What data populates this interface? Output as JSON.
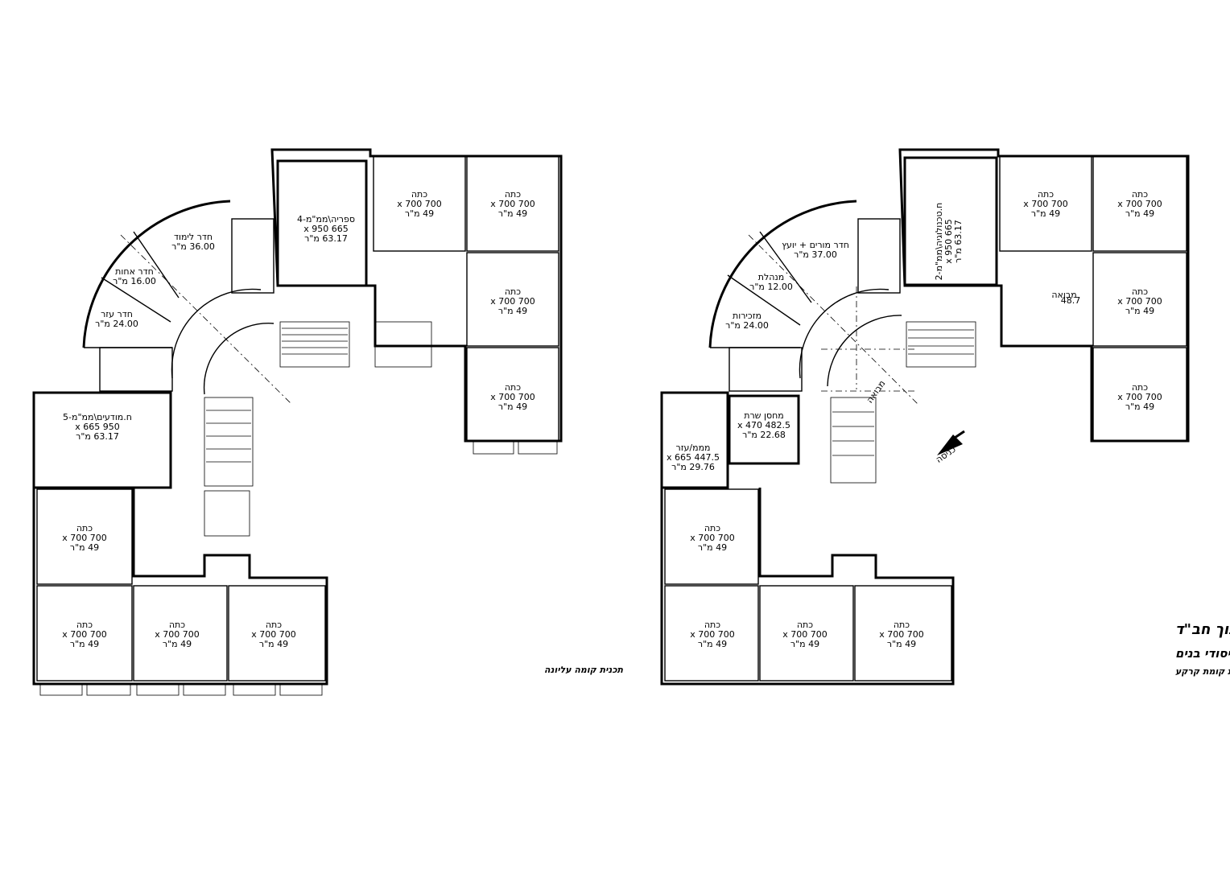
{
  "drawing": {
    "title": "קרית חינוך חב\"ד",
    "subtitle": "בית ספר יסודי בנים",
    "ground_plan_label": "תכנית קומת קרקע",
    "upper_plan_label": "תכנית קומה עליונה",
    "entrance_label": "כניסה",
    "lobby_label": "מבואה"
  },
  "upper_floor": {
    "rooms": [
      {
        "id": "u-library",
        "l1": "ספריה\\ממ\"מ-4",
        "l2": "665 x 950",
        "l3": "63.17  מ\"ר"
      },
      {
        "id": "u-c1",
        "l1": "כתה",
        "l2": "700 x 700",
        "l3": "49  מ\"ר"
      },
      {
        "id": "u-c2",
        "l1": "כתה",
        "l2": "700 x 700",
        "l3": "49  מ\"ר"
      },
      {
        "id": "u-c3",
        "l1": "כתה",
        "l2": "700 x 700",
        "l3": "49  מ\"ר"
      },
      {
        "id": "u-c4",
        "l1": "כתה",
        "l2": "700 x 700",
        "l3": "49  מ\"ר"
      },
      {
        "id": "u-study",
        "l1": "חדר לימוד",
        "l2": "36.00  מ\"ר",
        "l3": ""
      },
      {
        "id": "u-nurse",
        "l1": "חדר אחות",
        "l2": "16.00  מ\"ר",
        "l3": ""
      },
      {
        "id": "u-aux",
        "l1": "חדר עזר",
        "l2": "24.00  מ\"ר",
        "l3": ""
      },
      {
        "id": "u-modaim",
        "l1": "ח.מודעים\\ממ\"מ-5",
        "l2": "950 x 665",
        "l3": "63.17  מ\"ר"
      },
      {
        "id": "u-c5",
        "l1": "כתה",
        "l2": "700 x 700",
        "l3": "49  מ\"ר"
      },
      {
        "id": "u-c6",
        "l1": "כתה",
        "l2": "700 x 700",
        "l3": "49  מ\"ר"
      },
      {
        "id": "u-c7",
        "l1": "כתה",
        "l2": "700 x 700",
        "l3": "49  מ\"ר"
      },
      {
        "id": "u-c8",
        "l1": "כתה",
        "l2": "700 x 700",
        "l3": "49  מ\"ר"
      }
    ]
  },
  "ground_floor": {
    "rooms": [
      {
        "id": "g-tech",
        "l1": "ח.טכנולוגיה\\ממ\"מ-2",
        "l2": "665 x 950",
        "l3": "63.17  מ\"ר"
      },
      {
        "id": "g-c1",
        "l1": "כתה",
        "l2": "700 x 700",
        "l3": "49  מ\"ר"
      },
      {
        "id": "g-c2",
        "l1": "כתה",
        "l2": "700 x 700",
        "l3": "49  מ\"ר"
      },
      {
        "id": "g-c3",
        "l1": "כתה",
        "l2": "700 x 700",
        "l3": "49  מ\"ר"
      },
      {
        "id": "g-c4",
        "l1": "כתה",
        "l2": "700 x 700",
        "l3": "49  מ\"ר"
      },
      {
        "id": "g-teachers",
        "l1": "חדר מורים + יועץ",
        "l2": "37.00  מ\"ר",
        "l3": ""
      },
      {
        "id": "g-admin",
        "l1": "מנהלת",
        "l2": "12.00  מ\"ר",
        "l3": ""
      },
      {
        "id": "g-secretary",
        "l1": "מזכירות",
        "l2": "24.00  מ\"ר",
        "l3": ""
      },
      {
        "id": "g-storage",
        "l1": "מחסן שרת",
        "l2": "482.5 x 470",
        "l3": "22.68  מ\"ר"
      },
      {
        "id": "g-mmm",
        "l1": "מממ/עזר",
        "l2": "447.5 x 665",
        "l3": "29.76  מ\"ר"
      },
      {
        "id": "g-c5",
        "l1": "כתה",
        "l2": "700 x 700",
        "l3": "49  מ\"ר"
      },
      {
        "id": "g-c6",
        "l1": "כתה",
        "l2": "700 x 700",
        "l3": "49  מ\"ר"
      },
      {
        "id": "g-c7",
        "l1": "כתה",
        "l2": "700 x 700",
        "l3": "49  מ\"ר"
      },
      {
        "id": "g-c8",
        "l1": "כתה",
        "l2": "700 x 700",
        "l3": "49  מ\"ר"
      }
    ],
    "lobby_small": "מבואה",
    "lobby_small_area": "48.7"
  }
}
